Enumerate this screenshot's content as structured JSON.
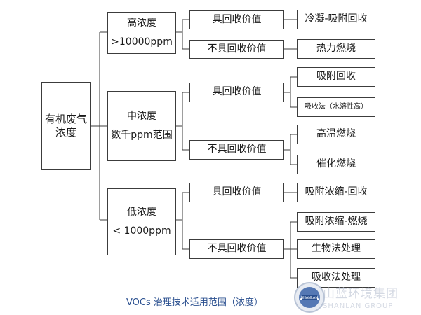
{
  "root": {
    "line1": "有机废气",
    "line2": "浓度"
  },
  "high": {
    "line1": "高浓度",
    "line2": ">10000ppm",
    "recoverable": "具回收价值",
    "rec_method": "冷凝-吸附回收",
    "nonrecoverable": "不具回收价值",
    "nonrec_method": "热力燃烧"
  },
  "mid": {
    "line1": "中浓度",
    "line2": "数千ppm范围",
    "recoverable": "具回收价值",
    "rec_methods": [
      "吸附回收",
      "吸收法（水溶性高）"
    ],
    "nonrecoverable": "不具回收价值",
    "nonrec_methods": [
      "高温燃烧",
      "催化燃烧"
    ]
  },
  "low": {
    "line1": "低浓度",
    "line2": "< 1000ppm",
    "recoverable": "具回收价值",
    "rec_method": "吸附浓缩-回收",
    "nonrecoverable": "不具回收价值",
    "nonrec_methods": [
      "吸附浓缩-燃烧",
      "生物法处理",
      "吸收法处理"
    ]
  },
  "caption": "VOCs 治理技术适用范围（浓度）",
  "watermark": {
    "cn": "山蓝环境集团",
    "en": "SHANLAN GROUP",
    "logo_text": "SHANLAN"
  },
  "colors": {
    "caption": "#2a4f8f",
    "line": "#3c3c3c",
    "watermark": "#d4d9e3"
  }
}
